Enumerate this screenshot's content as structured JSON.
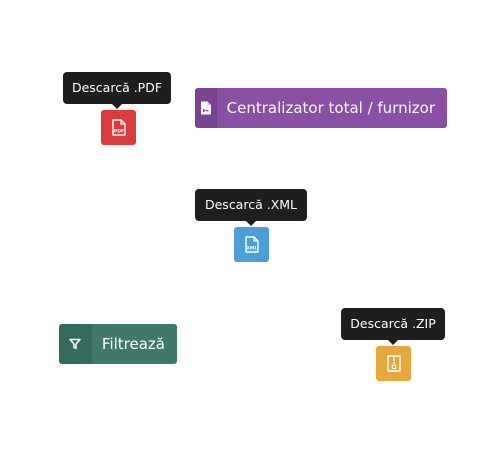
{
  "colors": {
    "pdf": "#dd3b3b",
    "xml": "#4a9fdb",
    "zip": "#e8a83c",
    "centralizator": "#8a4fa4",
    "filtreaza": "#3d7a6a",
    "tooltip_bg": "#1e1e1e"
  },
  "pdf": {
    "tooltip": "Descarcă .PDF",
    "icon_text": "PDF",
    "icon": "file-pdf-icon"
  },
  "xml": {
    "tooltip": "Descarcă .XML",
    "icon_text": "XML",
    "icon": "file-xml-icon"
  },
  "zip": {
    "tooltip": "Descarcă .ZIP",
    "icon": "file-zip-icon"
  },
  "centralizator": {
    "label": "Centralizator total / furnizor",
    "icon": "file-spreadsheet-icon"
  },
  "filtreaza": {
    "label": "Filtrează",
    "icon": "filter-icon"
  }
}
